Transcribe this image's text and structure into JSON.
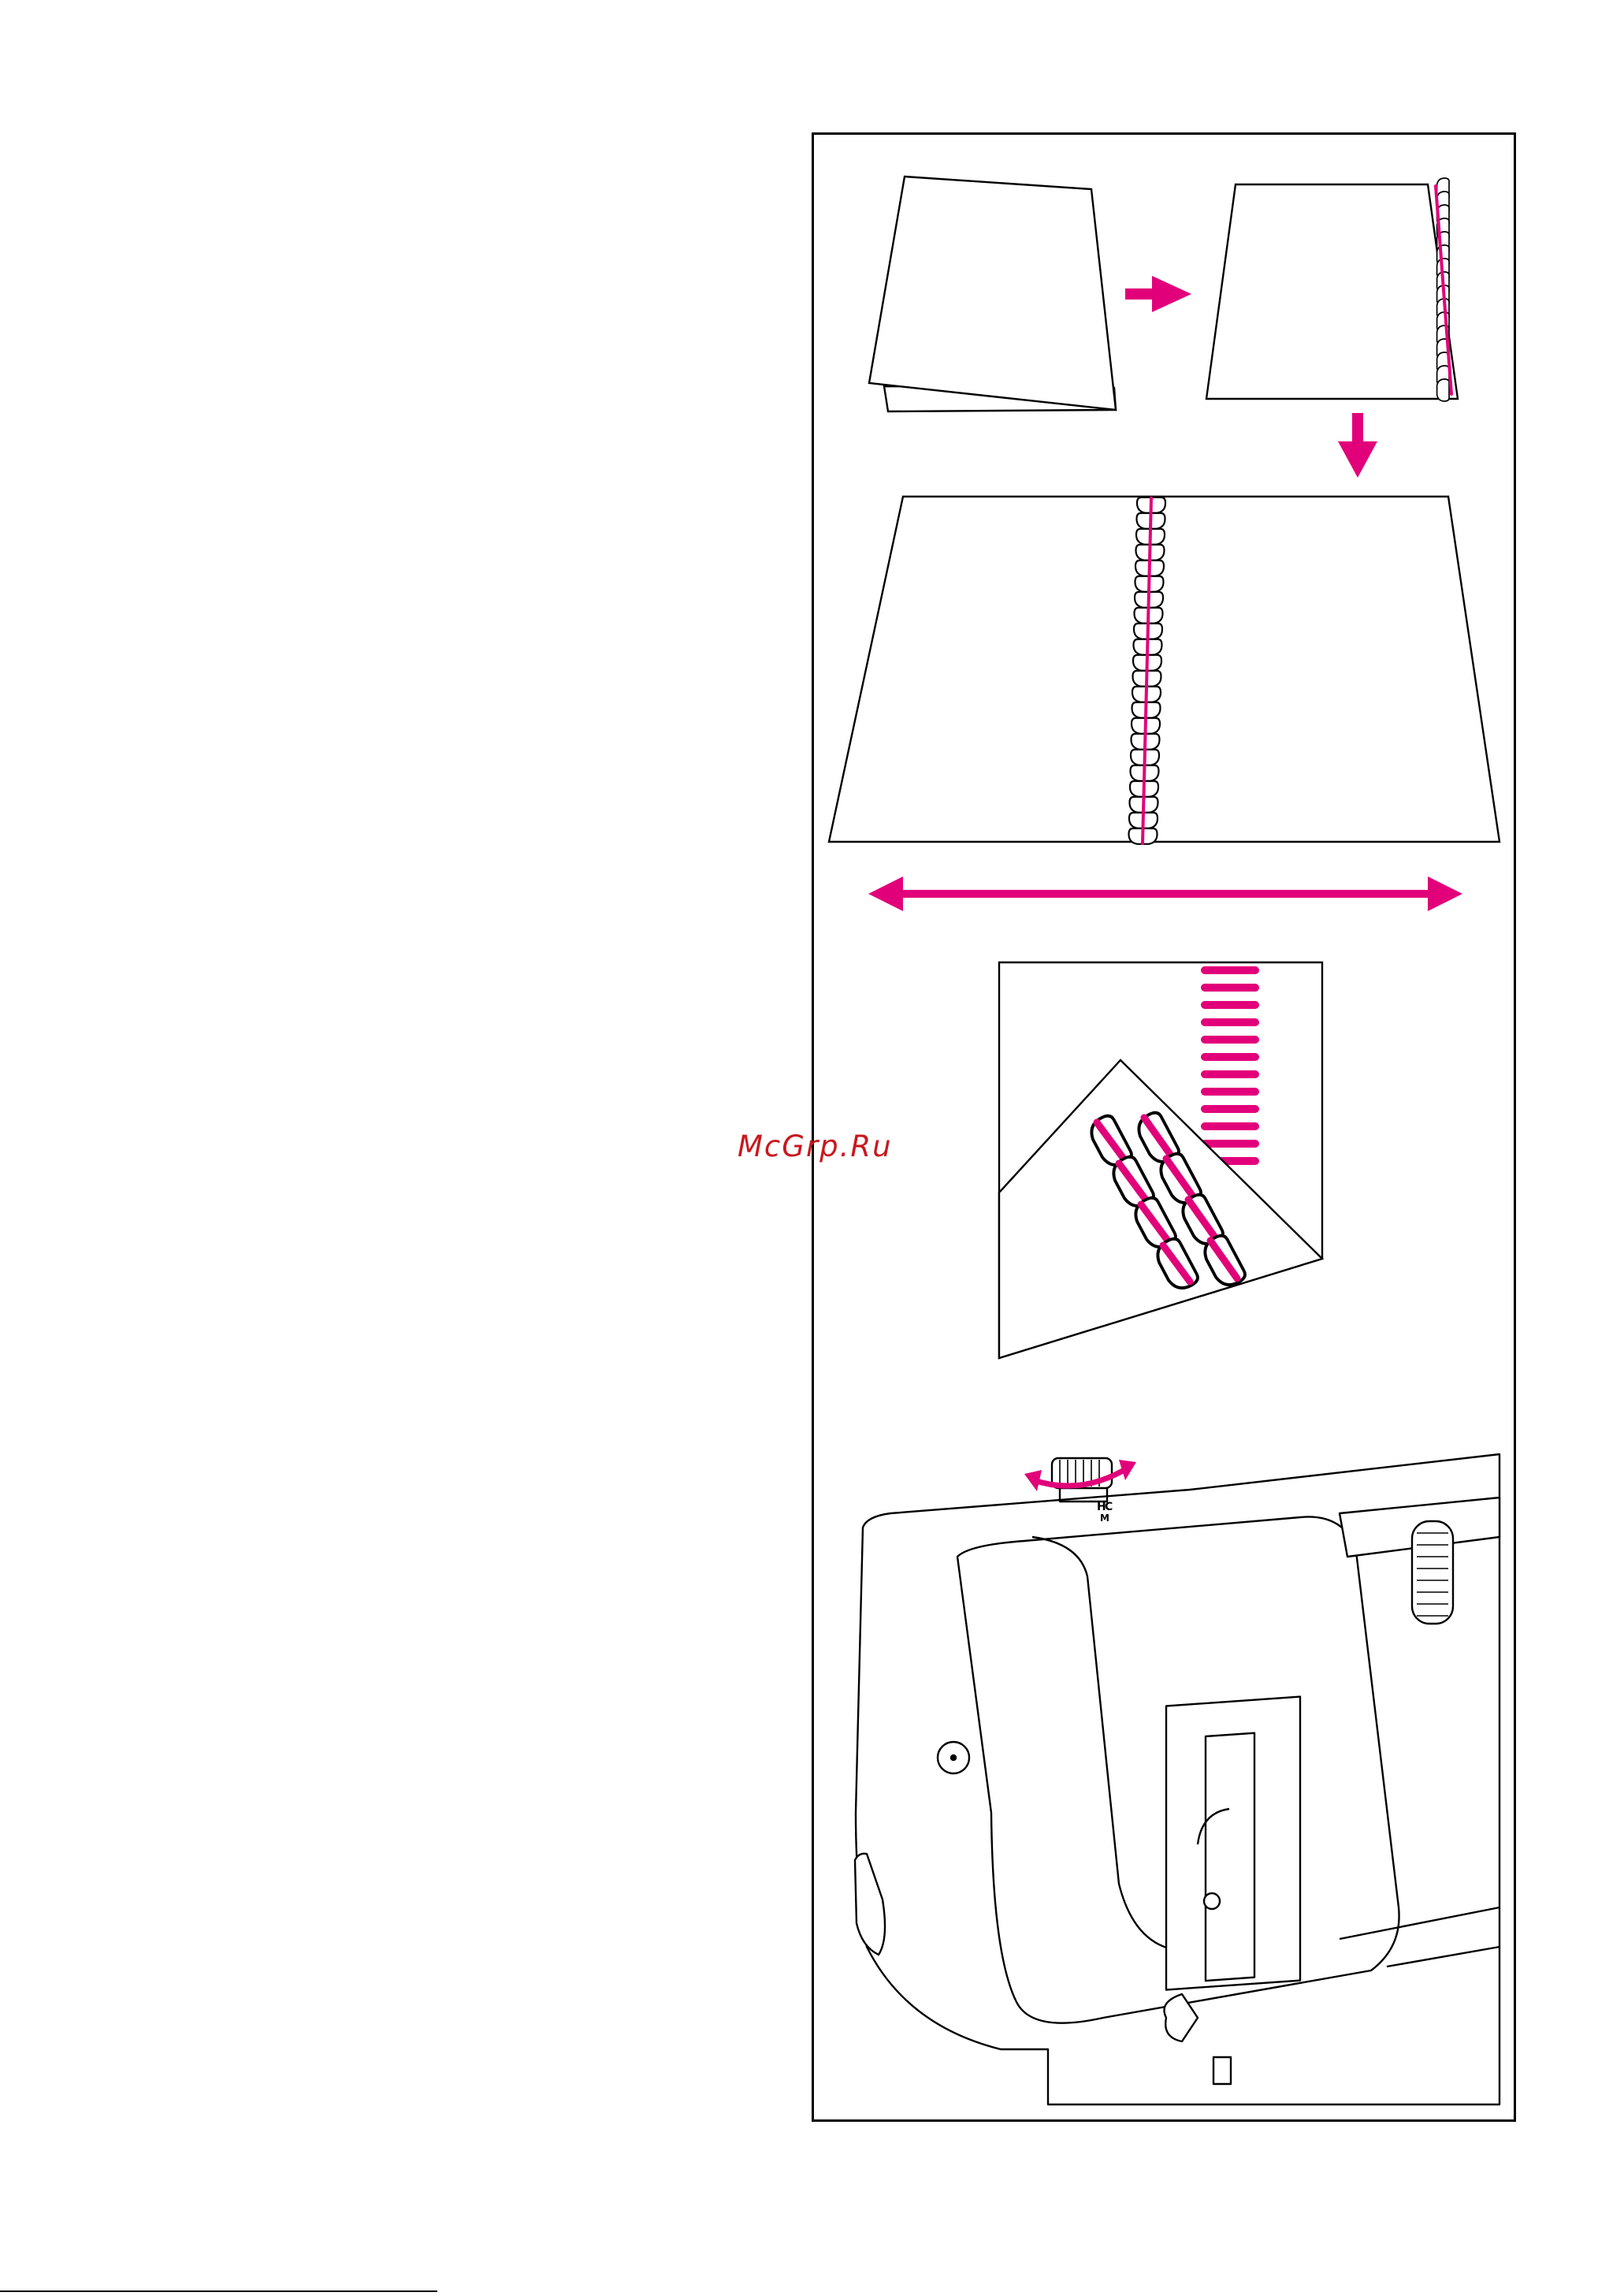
{
  "watermark": {
    "text": "McGrp.Ru",
    "color": "#c8181e"
  },
  "accent_color": "#e2007a",
  "machine_dial_markings": [
    "H",
    "C",
    "M"
  ],
  "icons": [
    "right-arrow-icon",
    "down-arrow-icon",
    "double-arrow-icon",
    "rotate-arrows-icon"
  ]
}
